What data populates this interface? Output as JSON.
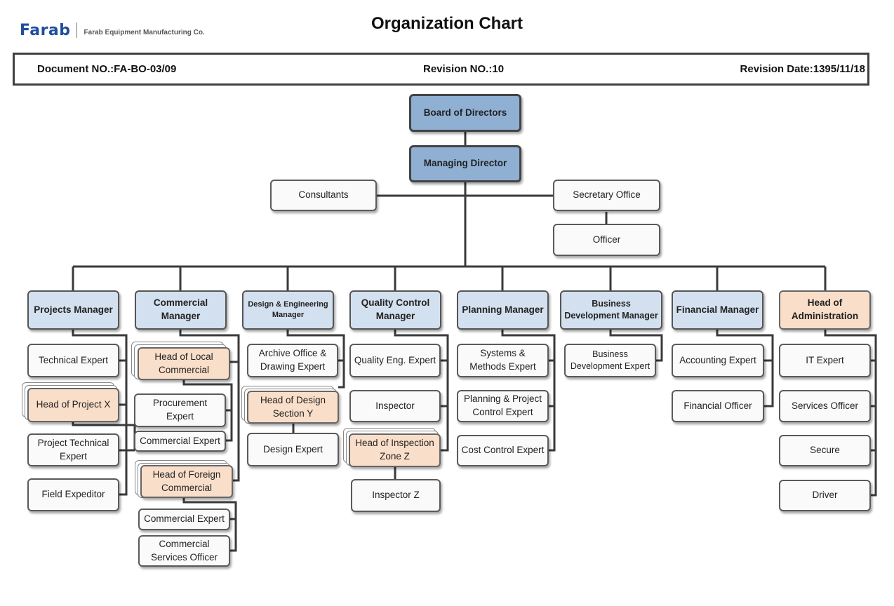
{
  "logo": {
    "brand": "Farab",
    "company": "Farab Equipment Manufacturing Co."
  },
  "title": "Organization Chart",
  "doc": {
    "number": "Document NO.:FA-BO-03/09",
    "revision": "Revision NO.:10",
    "date": "Revision Date:1395/11/18"
  },
  "top": {
    "board": "Board of Directors",
    "managing": "Managing Director",
    "consultants": "Consultants",
    "secretary": "Secretary Office",
    "officer": "Officer"
  },
  "departments": {
    "projects": {
      "title": "Projects Manager",
      "technical": "Technical Expert",
      "head_project": "Head of Project X",
      "project_technical": "Project Technical Expert",
      "field_expeditor": "Field Expeditor"
    },
    "commercial": {
      "title": "Commercial Manager",
      "head_local": "Head of Local Commercial",
      "procurement": "Procurement Expert",
      "commercial_expert": "Commercial Expert",
      "head_foreign": "Head of Foreign Commercial",
      "foreign_commercial_expert": "Commercial Expert",
      "services_officer": "Commercial Services Officer"
    },
    "design": {
      "title": "Design & Engineering Manager",
      "archive": "Archive Office & Drawing Expert",
      "head_design": "Head of Design Section  Y",
      "design_expert": "Design Expert"
    },
    "quality": {
      "title": "Quality Control Manager",
      "qe_expert": "Quality Eng. Expert",
      "inspector": "Inspector",
      "head_inspection": "Head of Inspection Zone Z",
      "inspector_z": "Inspector Z"
    },
    "planning": {
      "title": "Planning Manager",
      "systems": "Systems & Methods Expert",
      "planning_control": "Planning & Project Control Expert",
      "cost_control": "Cost Control Expert"
    },
    "business": {
      "title": "Business Development Manager",
      "bd_expert": "Business Development Expert"
    },
    "financial": {
      "title": "Financial Manager",
      "accounting": "Accounting Expert",
      "financial_officer": "Financial Officer"
    },
    "admin": {
      "title": "Head of Administration",
      "it_expert": "IT Expert",
      "services_officer": "Services Officer",
      "secure": "Secure",
      "driver": "Driver"
    }
  },
  "colors": {
    "executive": "#8fb0d3",
    "manager": "#d3e0ef",
    "head_unit": "#f9dec9",
    "staff": "#fafafa",
    "connector": "#3a3a3a",
    "brand": "#1f4f9c"
  }
}
